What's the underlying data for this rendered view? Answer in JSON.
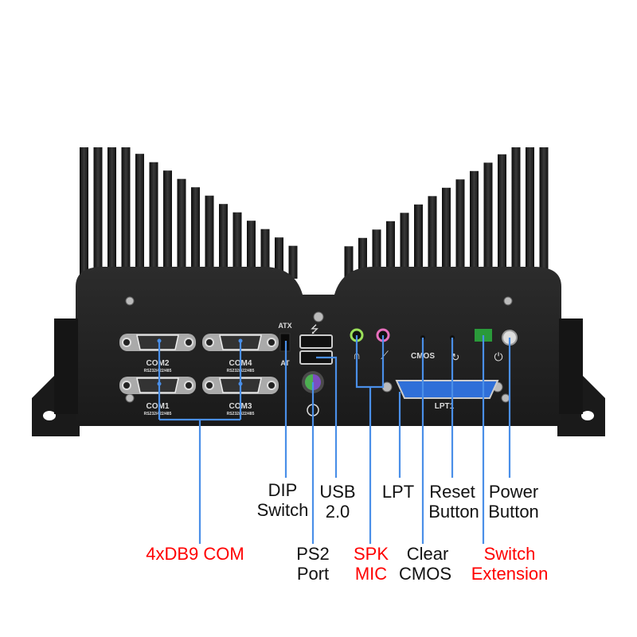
{
  "device": {
    "ports": {
      "com2": "COM2",
      "com4": "COM4",
      "com1": "COM1",
      "com3": "COM3",
      "com_sub": "RS232/422/485",
      "atx": "ATX",
      "at": "AT",
      "cmos": "CMOS",
      "lpt": "LPT1"
    }
  },
  "callouts": {
    "com": {
      "text": "4xDB9 COM",
      "color": "#ff0000"
    },
    "dip": {
      "line1": "DIP",
      "line2": "Switch"
    },
    "usb": {
      "line1": "USB",
      "line2": "2.0"
    },
    "ps2": {
      "line1": "PS2",
      "line2": "Port"
    },
    "audio": {
      "line1": "SPK",
      "line2": "MIC",
      "color": "#ff0000"
    },
    "lpt": {
      "text": "LPT"
    },
    "clear_cmos": {
      "line1": "Clear",
      "line2": "CMOS"
    },
    "reset": {
      "line1": "Reset",
      "line2": "Button"
    },
    "switch_ext": {
      "line1": "Switch",
      "line2": "Extension",
      "color": "#ff0000"
    },
    "power": {
      "line1": "Power",
      "line2": "Button"
    }
  },
  "colors": {
    "leader_line": "#4a8fe8",
    "chassis": "#1c1c1c"
  }
}
